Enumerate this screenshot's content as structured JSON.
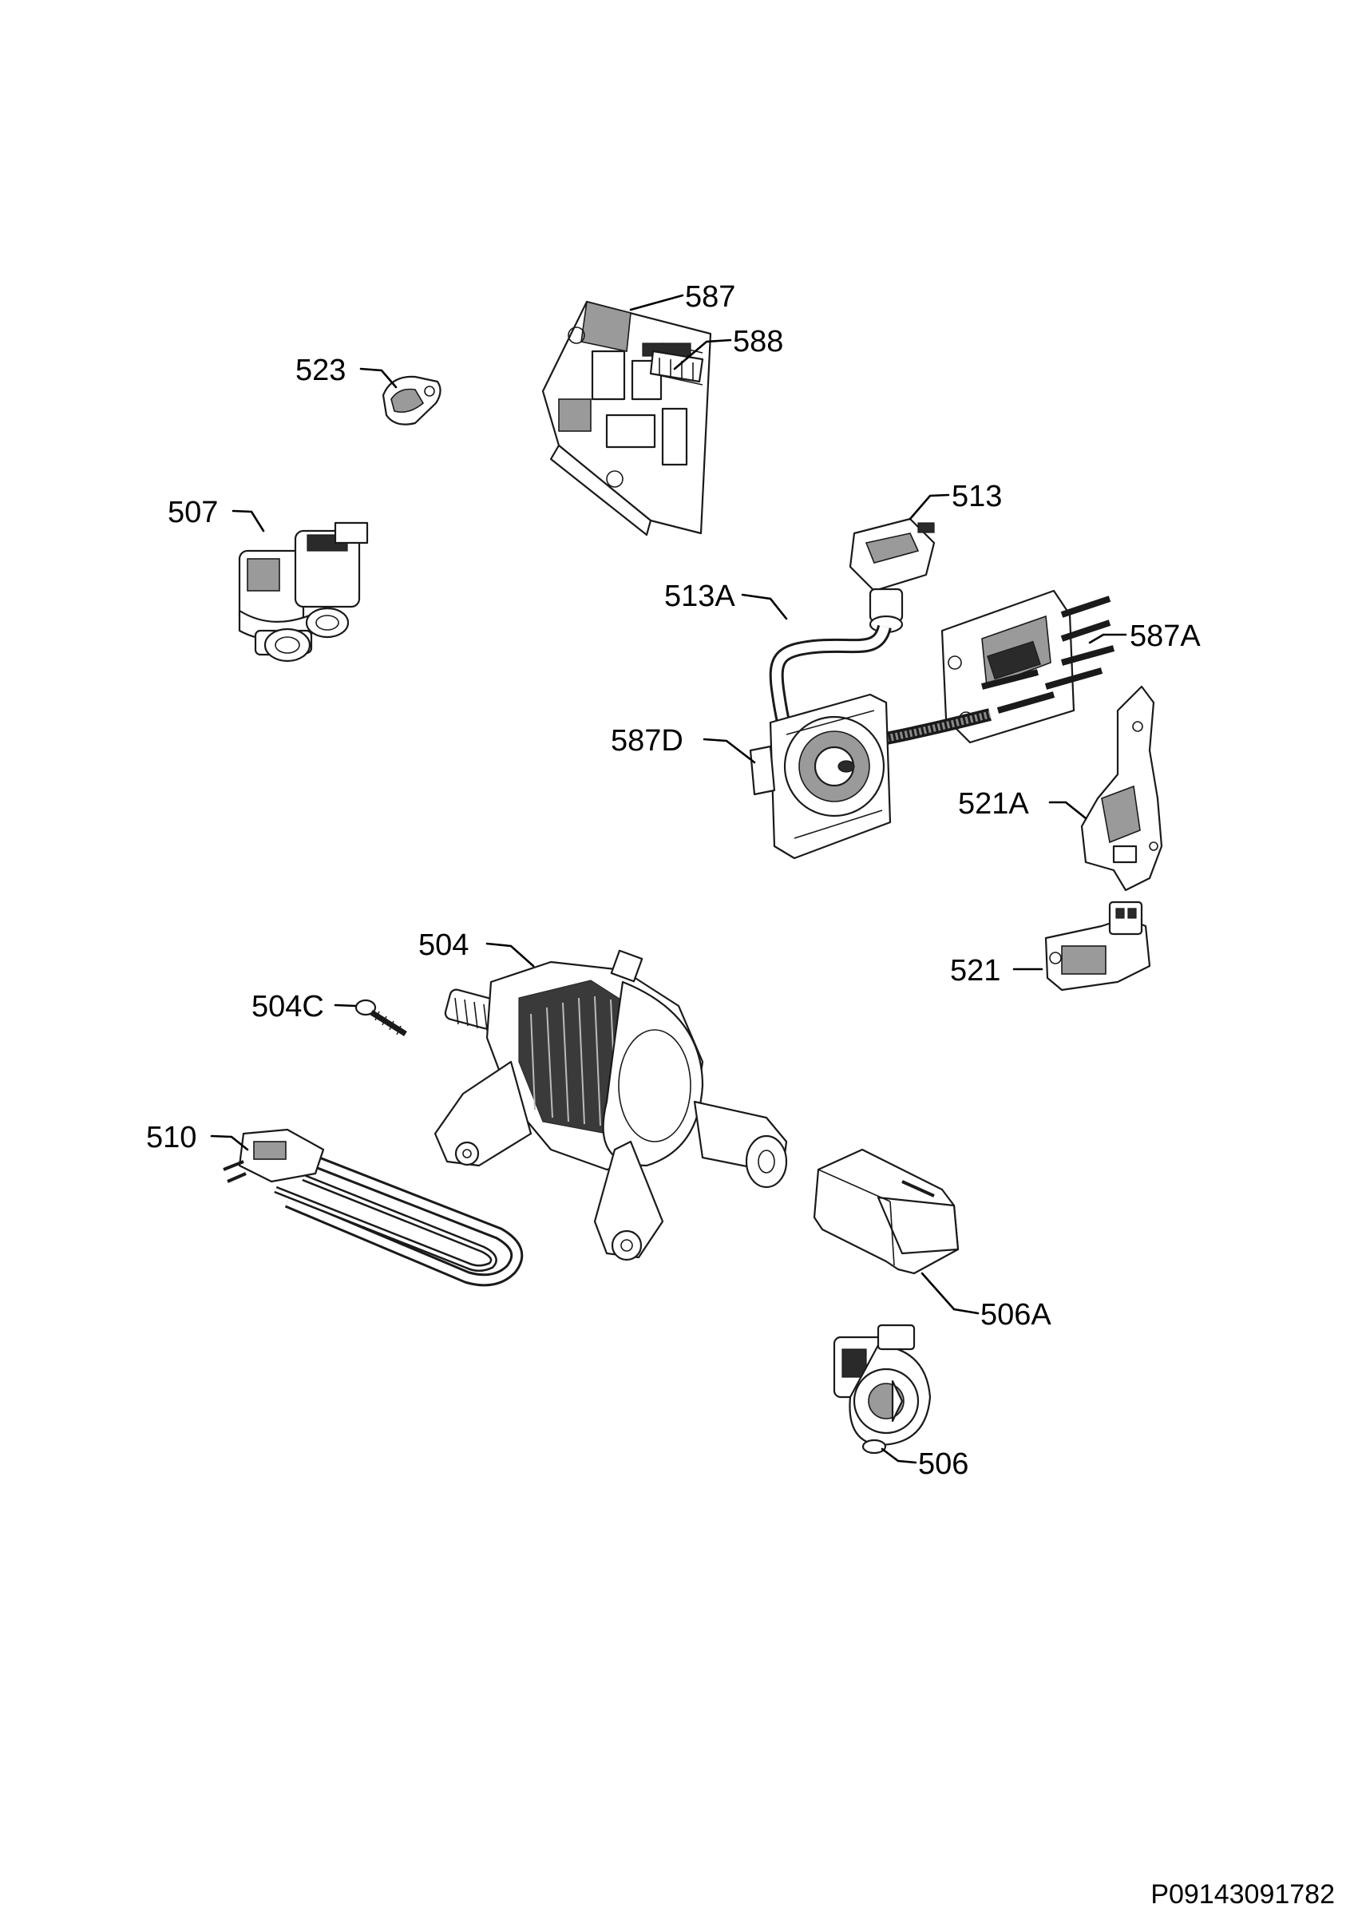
{
  "document_id": "P09143091782",
  "parts": [
    {
      "id": "587",
      "label": "587",
      "icon": "control-board-icon"
    },
    {
      "id": "588",
      "label": "588",
      "icon": "control-board-connector-icon"
    },
    {
      "id": "523",
      "label": "523",
      "icon": "cable-clip-icon"
    },
    {
      "id": "507",
      "label": "507",
      "icon": "inlet-valve-icon"
    },
    {
      "id": "513",
      "label": "513",
      "icon": "pressure-switch-icon"
    },
    {
      "id": "513A",
      "label": "513A",
      "icon": "pressure-hose-icon"
    },
    {
      "id": "587A",
      "label": "587A",
      "icon": "connector-block-icon"
    },
    {
      "id": "587D",
      "label": "587D",
      "icon": "selector-module-icon"
    },
    {
      "id": "521A",
      "label": "521A",
      "icon": "door-lock-bracket-icon"
    },
    {
      "id": "521",
      "label": "521",
      "icon": "door-interlock-icon"
    },
    {
      "id": "504",
      "label": "504",
      "icon": "motor-icon"
    },
    {
      "id": "504C",
      "label": "504C",
      "icon": "screw-icon"
    },
    {
      "id": "510",
      "label": "510",
      "icon": "heating-element-icon"
    },
    {
      "id": "506A",
      "label": "506A",
      "icon": "pump-cover-icon"
    },
    {
      "id": "506",
      "label": "506",
      "icon": "drain-pump-icon"
    }
  ]
}
